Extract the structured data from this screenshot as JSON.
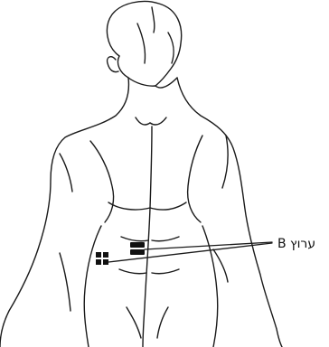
{
  "label": "ערוץ B",
  "colors": {
    "line": "#1a1a1a",
    "ink": "#111111"
  },
  "pads": [
    {
      "name": "electrode-pad-upper",
      "shape": "horizontal-bars"
    },
    {
      "name": "electrode-pad-lower",
      "shape": "four-squares"
    }
  ]
}
